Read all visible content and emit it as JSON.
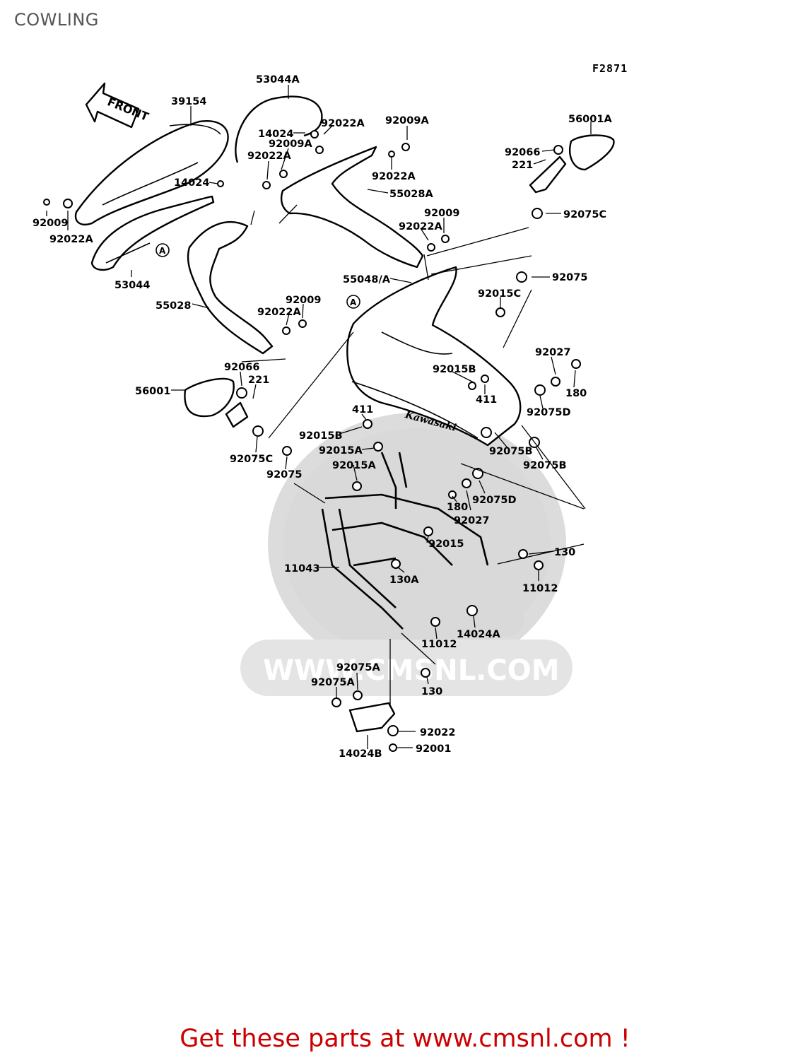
{
  "page_title": "COWLING",
  "figure_code": "F2871",
  "front_arrow_label": "FRONT",
  "logo_text": "Kawasaki",
  "watermark_text": "WWW.CMSNL.COM",
  "watermark_logo": "CMS",
  "promo_text": "Get these parts at www.cmsnl.com !",
  "colors": {
    "promo": "#cc0000",
    "title": "#555555",
    "watermark": "#d9d9d9"
  },
  "callouts": [
    "A",
    "A"
  ],
  "labels": {
    "53044A": "53044A",
    "39154": "39154",
    "14024_top": "14024",
    "92022A_a": "92022A",
    "92009A_top": "92009A",
    "92009A_mid": "92009A",
    "92022A_b": "92022A",
    "92022A_c": "92022A",
    "14024_mid": "14024",
    "55028A": "55028A",
    "56001A": "56001A",
    "92066_r": "92066",
    "221_r": "221",
    "92009_l": "92009",
    "92022A_l": "92022A",
    "53044": "53044",
    "92009_m": "92009",
    "92022A_m": "92022A",
    "92075C_r": "92075C",
    "55048A": "55048/A",
    "92075_r": "92075",
    "92015C": "92015C",
    "55028": "55028",
    "92009_b": "92009",
    "92022A_d": "92022A",
    "92027_r": "92027",
    "92066_l": "92066",
    "92015B_r": "92015B",
    "221_l": "221",
    "180_r": "180",
    "56001": "56001",
    "411_r": "411",
    "92075D_r": "92075D",
    "411_l": "411",
    "92015B_l": "92015B",
    "92015A_a": "92015A",
    "92075B_a": "92075B",
    "92075C_l": "92075C",
    "92075B_b": "92075B",
    "92015A_b": "92015A",
    "92075_l": "92075",
    "180_b": "180",
    "92075D_b": "92075D",
    "92027_b": "92027",
    "92015": "92015",
    "130_r": "130",
    "11043": "11043",
    "130A": "130A",
    "11012_r": "11012",
    "14024A": "14024A",
    "11012_b": "11012",
    "92075A_a": "92075A",
    "92075A_b": "92075A",
    "130_b": "130",
    "92022": "92022",
    "92001": "92001",
    "14024B": "14024B"
  }
}
